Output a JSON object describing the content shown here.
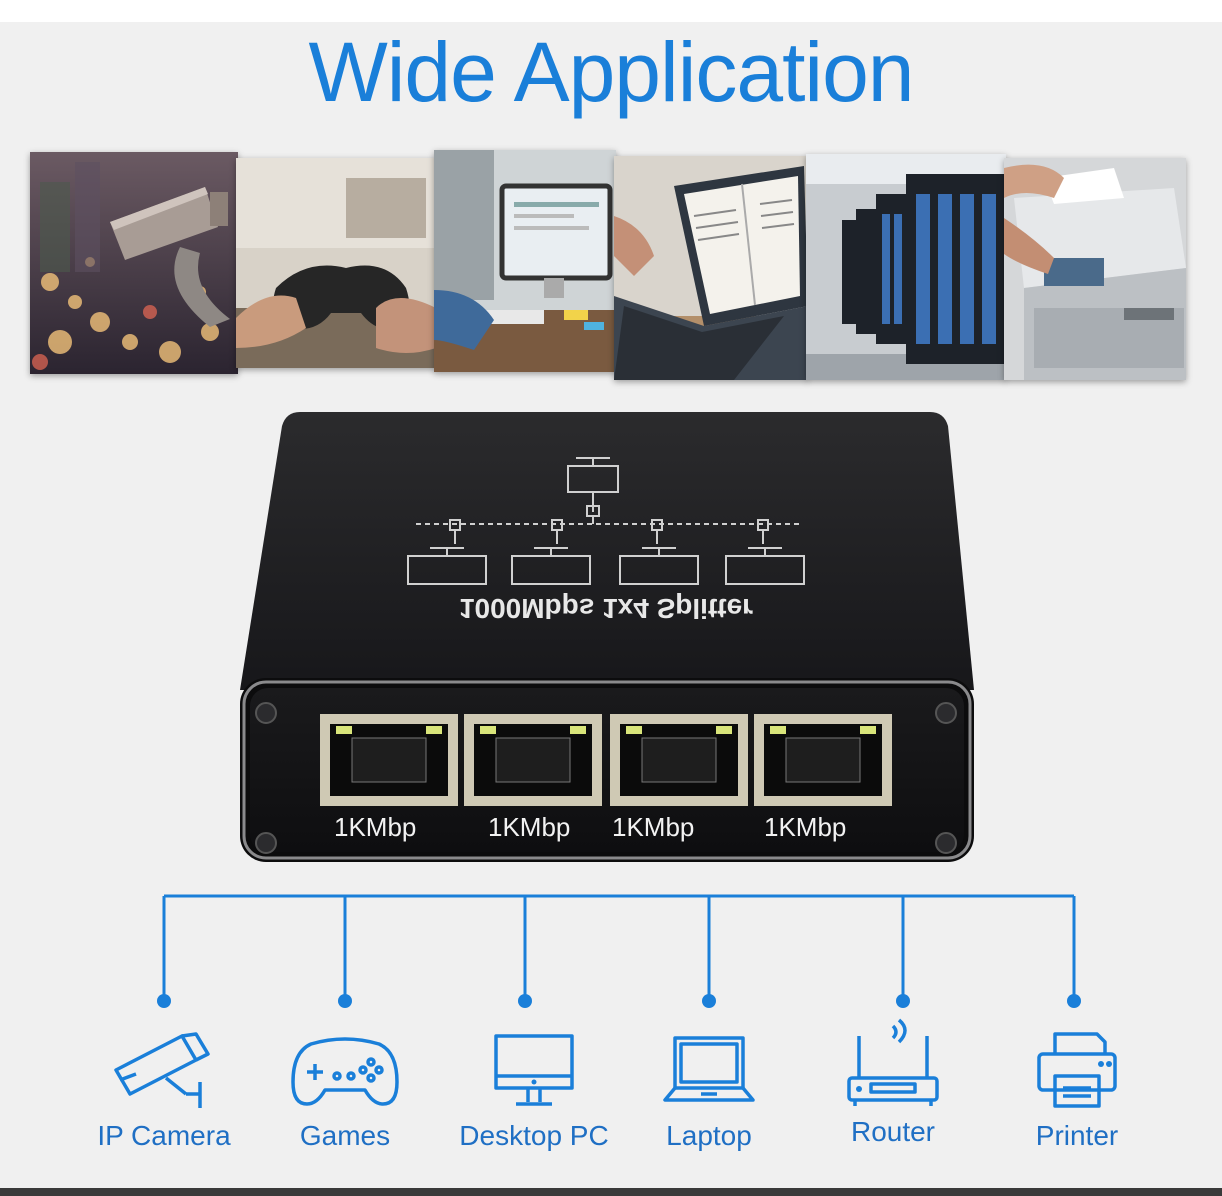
{
  "title": "Wide Application",
  "photos": [
    {
      "subject": "ip-camera-photo"
    },
    {
      "subject": "game-controller-photo"
    },
    {
      "subject": "desktop-pc-photo"
    },
    {
      "subject": "laptop-photo"
    },
    {
      "subject": "server-room-photo"
    },
    {
      "subject": "printer-photo"
    }
  ],
  "device": {
    "label": "1000Mbps 1x4 Splitter",
    "ports": [
      "1KMbp",
      "1KMbp",
      "1KMbp",
      "1KMbp"
    ]
  },
  "applications": [
    {
      "label": "IP Camera",
      "icon": "ip-camera-icon"
    },
    {
      "label": "Games",
      "icon": "gamepad-icon"
    },
    {
      "label": "Desktop PC",
      "icon": "desktop-pc-icon"
    },
    {
      "label": "Laptop",
      "icon": "laptop-icon"
    },
    {
      "label": "Router",
      "icon": "router-icon"
    },
    {
      "label": "Printer",
      "icon": "printer-icon"
    }
  ],
  "colors": {
    "accent": "#1a7fd9",
    "device_body": "#1c1c1e"
  }
}
